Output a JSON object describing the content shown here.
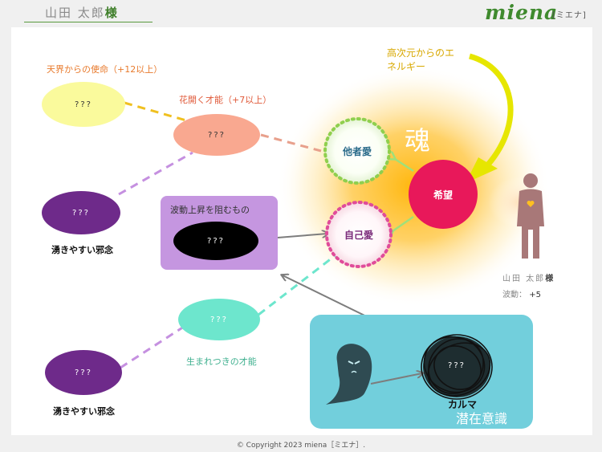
{
  "header": {
    "name": "山田  太郎",
    "honorific": "様"
  },
  "brand": {
    "logo": "miena",
    "sub": "[ミエナ]"
  },
  "labels": {
    "mission": "天界からの使命（+12以上）",
    "talent_bloom": "花開く才能（+7以上）",
    "blocker": "波動上昇を阻むもの",
    "innate_talent": "生まれつきの才能",
    "evil1": "湧きやすい邪念",
    "evil2": "湧きやすい邪念",
    "energy": "高次元からのエネルギー",
    "soul": "魂",
    "altruism": "他者愛",
    "self_love": "自己愛",
    "hope": "希望",
    "karma": "カルマ",
    "subconscious": "潜在意識"
  },
  "unknown": "???",
  "person": {
    "name": "山田 太郎",
    "honorific": "様",
    "wave_label": "波動：",
    "wave_value": "+5"
  },
  "footer": {
    "copyright": "© Copyright 2023 miena［ミエナ］."
  },
  "colors": {
    "yellow": "#fafa9c",
    "salmon": "#f9a890",
    "purple": "#6e2a8a",
    "mint": "#6de6cd",
    "blocker_box": "#c596e0",
    "subconscious_box": "#72cfdc",
    "hope": "#e8185a",
    "orange": "#e87a2c",
    "green_text": "#3fb08f"
  }
}
